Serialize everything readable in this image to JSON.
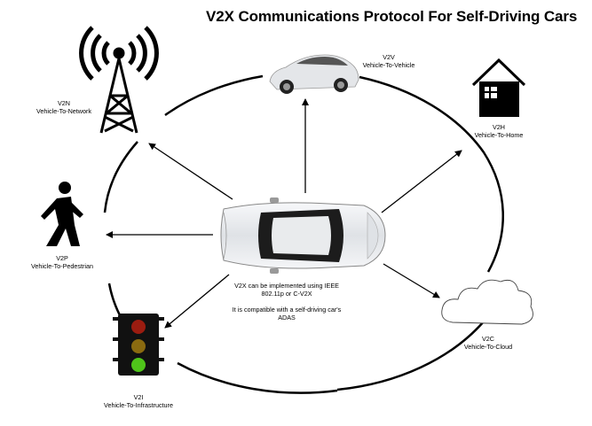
{
  "title": "V2X Communications Protocol For Self-Driving Cars",
  "nodes": {
    "v2v": {
      "code": "V2V",
      "name": "Vehicle-To-Vehicle",
      "icon": "car-icon"
    },
    "v2n": {
      "code": "V2N",
      "name": "Vehicle-To-Network",
      "icon": "radio-tower-icon"
    },
    "v2h": {
      "code": "V2H",
      "name": "Vehicle-To-Home",
      "icon": "house-icon"
    },
    "v2p": {
      "code": "V2P",
      "name": "Vehicle-To-Pedestrian",
      "icon": "pedestrian-icon"
    },
    "v2c": {
      "code": "V2C",
      "name": "Vehicle-To-Cloud",
      "icon": "cloud-icon"
    },
    "v2i": {
      "code": "V2I",
      "name": "Vehicle-To-Infrastructure",
      "icon": "traffic-light-icon"
    }
  },
  "center_note": {
    "line1": "V2X can be implemented using IEEE 802.11p or C-V2X",
    "line2": "It is compatible with a self-driving car's ADAS"
  },
  "colors": {
    "line": "#000000",
    "car_body": "#eef0f2",
    "traffic_light_red": "#9b1c10",
    "traffic_light_amber": "#8a6a10",
    "traffic_light_green": "#4fc41a"
  }
}
